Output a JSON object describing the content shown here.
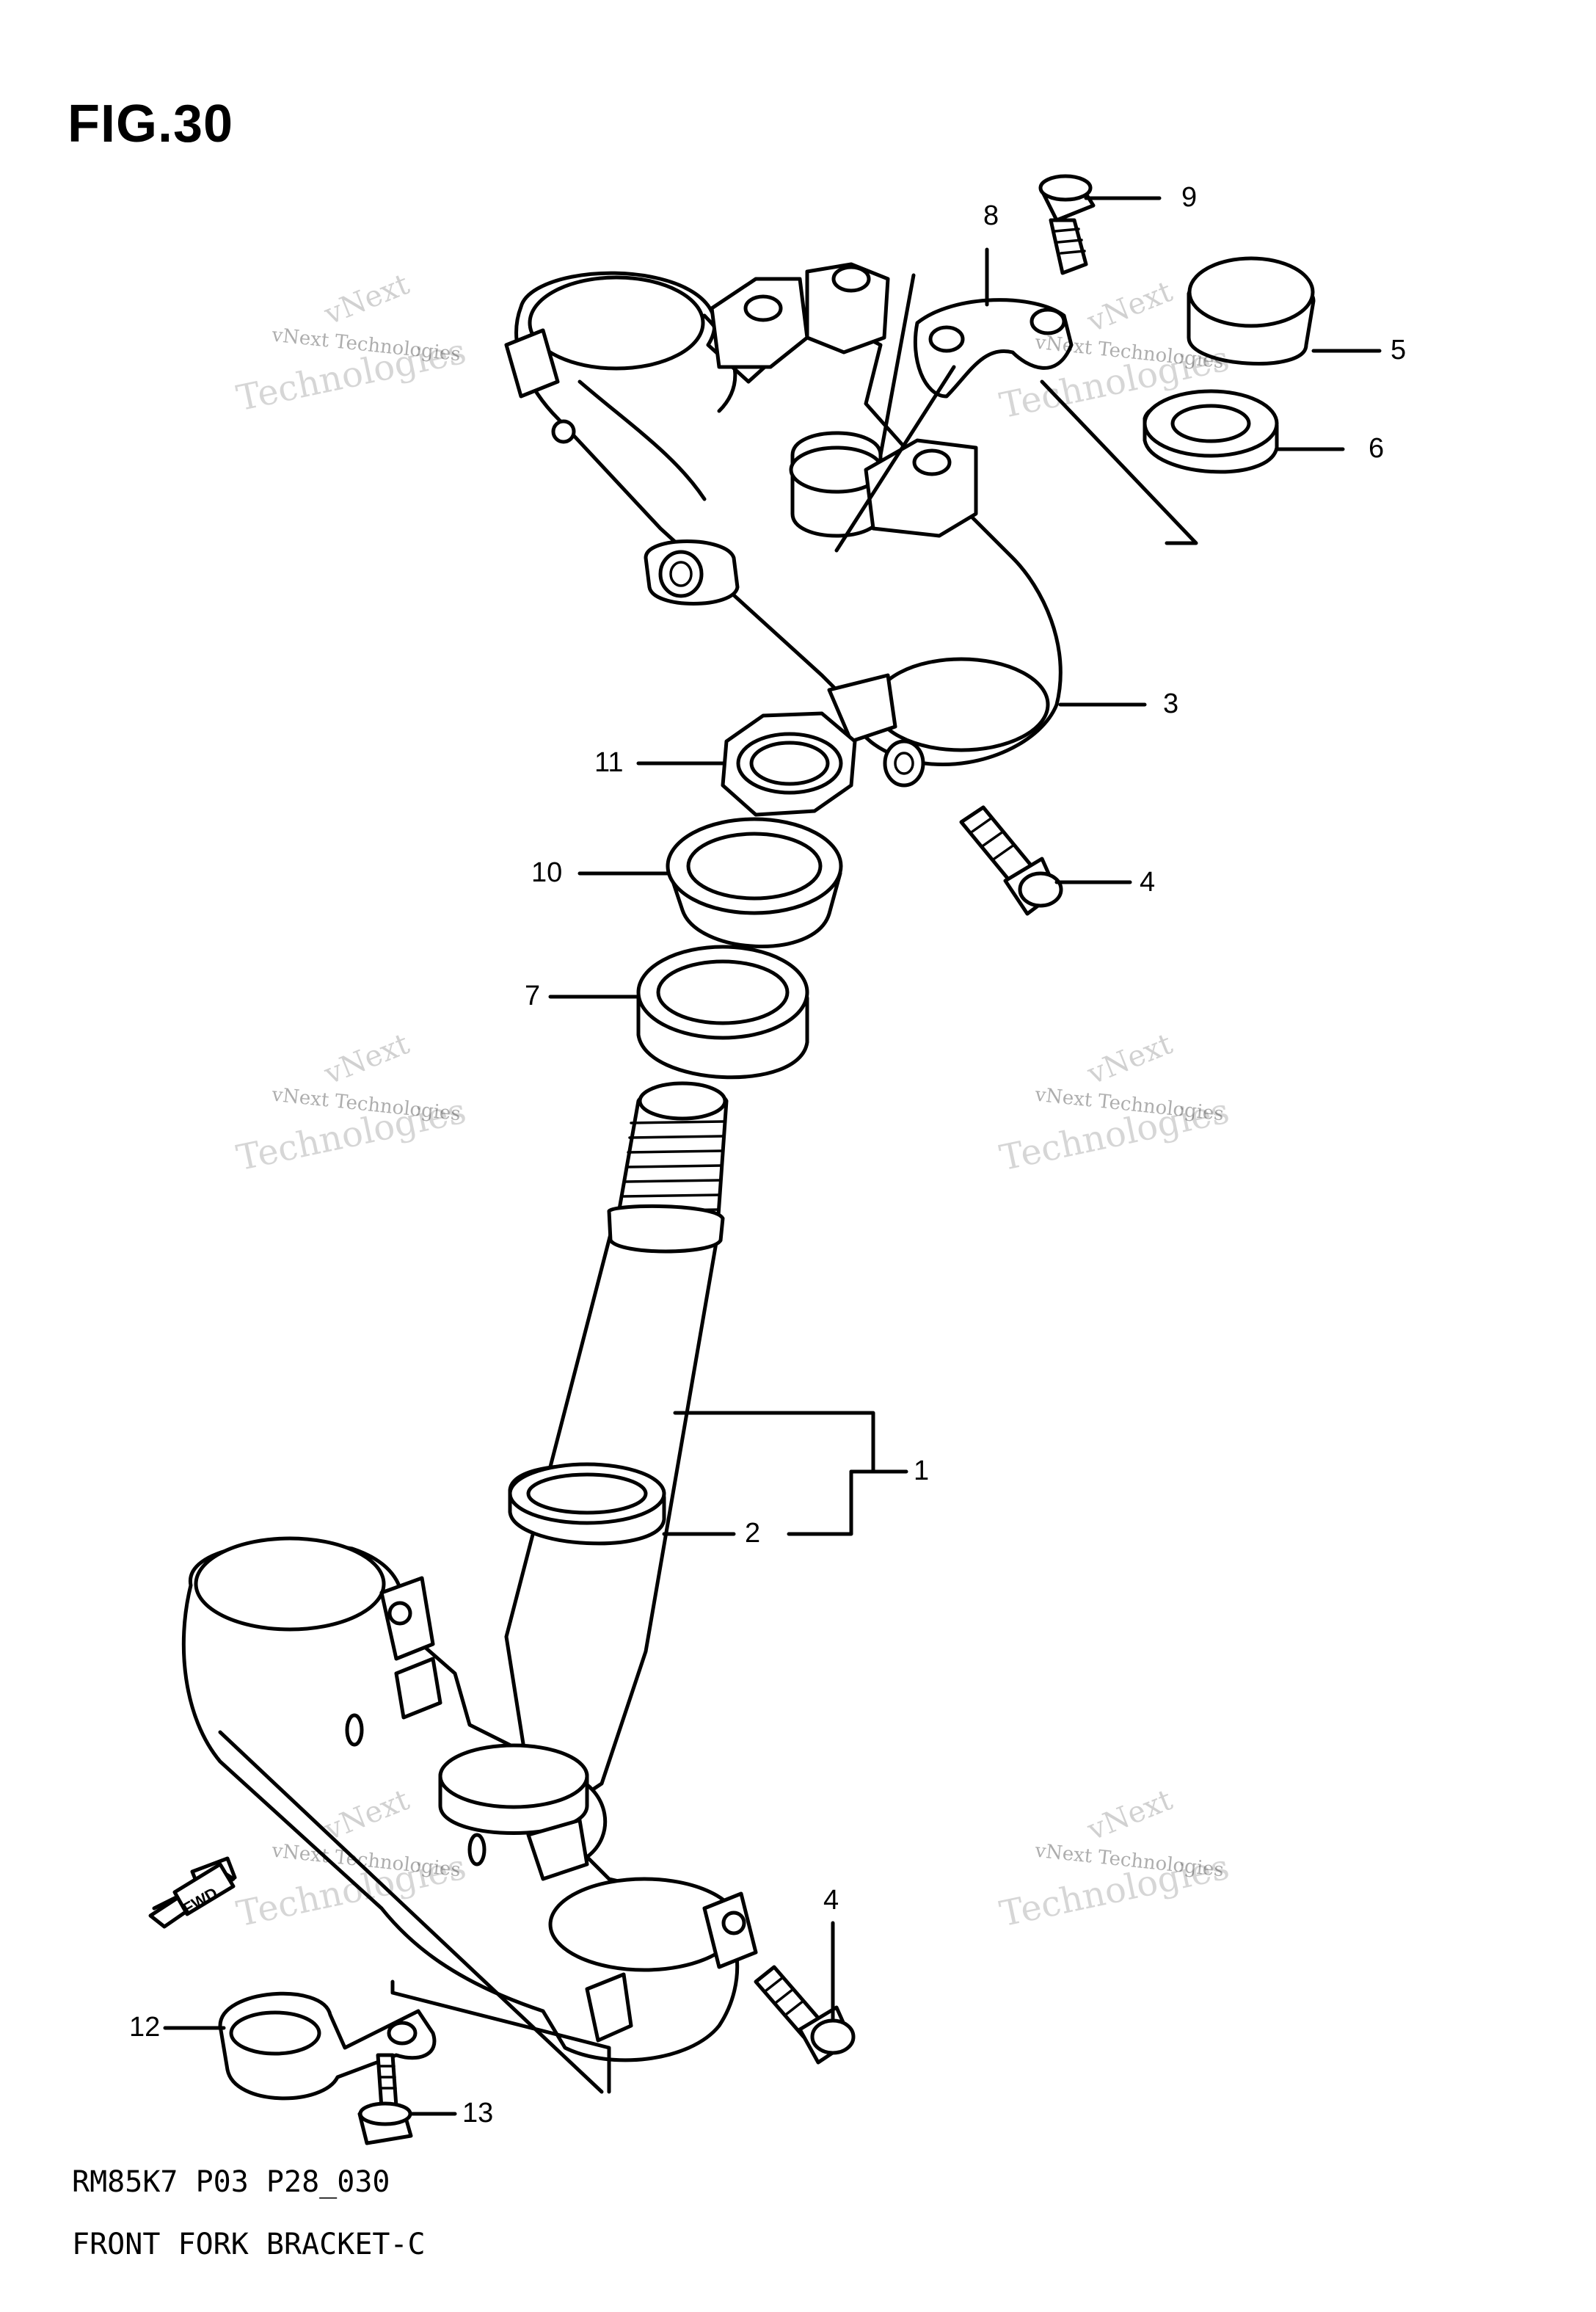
{
  "figure": {
    "title": "FIG.30",
    "code": "RM85K7 P03 P28_030",
    "name": "FRONT FORK BRACKET-C"
  },
  "watermark": {
    "line1": "vNext",
    "line2": "vNext Technologies",
    "line3": "Technologies"
  },
  "arrow": {
    "label": "FWD"
  },
  "callouts": [
    "1",
    "2",
    "3",
    "4",
    "4",
    "5",
    "6",
    "7",
    "8",
    "9",
    "10",
    "11",
    "12",
    "13"
  ]
}
